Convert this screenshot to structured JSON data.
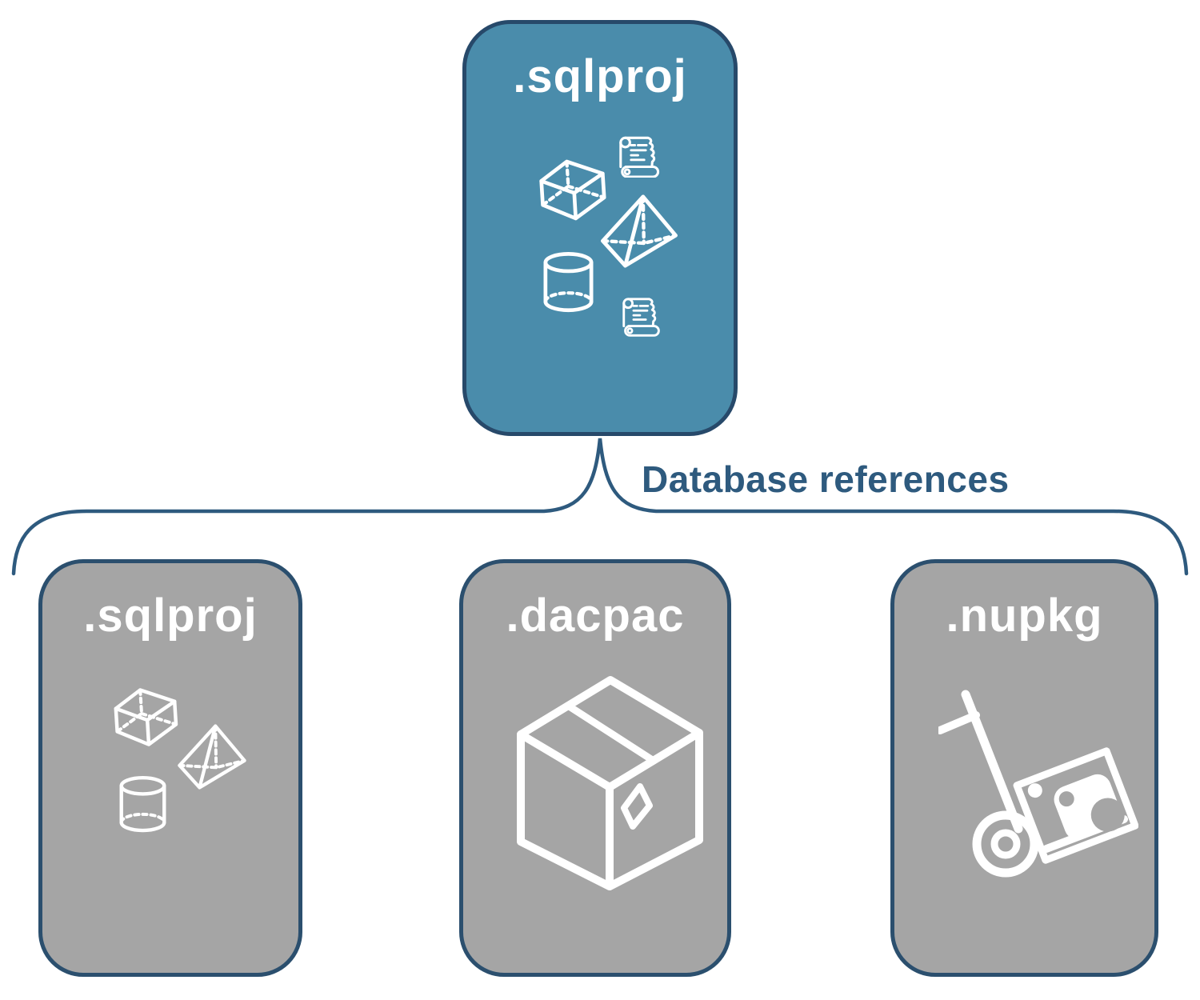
{
  "diagram": {
    "root_node": {
      "label": ".sqlproj",
      "icons": [
        "script-scroll",
        "cube",
        "pyramid",
        "cylinder",
        "script-scroll"
      ]
    },
    "connector": {
      "label": "Database references"
    },
    "child_nodes": [
      {
        "label": ".sqlproj",
        "icons": [
          "cube",
          "pyramid",
          "cylinder"
        ]
      },
      {
        "label": ".dacpac",
        "icons": [
          "package-box"
        ]
      },
      {
        "label": ".nupkg",
        "icons": [
          "hand-truck-nuget-package"
        ]
      }
    ],
    "colors": {
      "root_fill": "#4a8cab",
      "root_border": "#27496a",
      "child_fill": "#a5a5a5",
      "child_border": "#2b4f6e",
      "connector": "#2e5a7e",
      "icon": "#ffffff",
      "background": "#ffffff"
    }
  }
}
